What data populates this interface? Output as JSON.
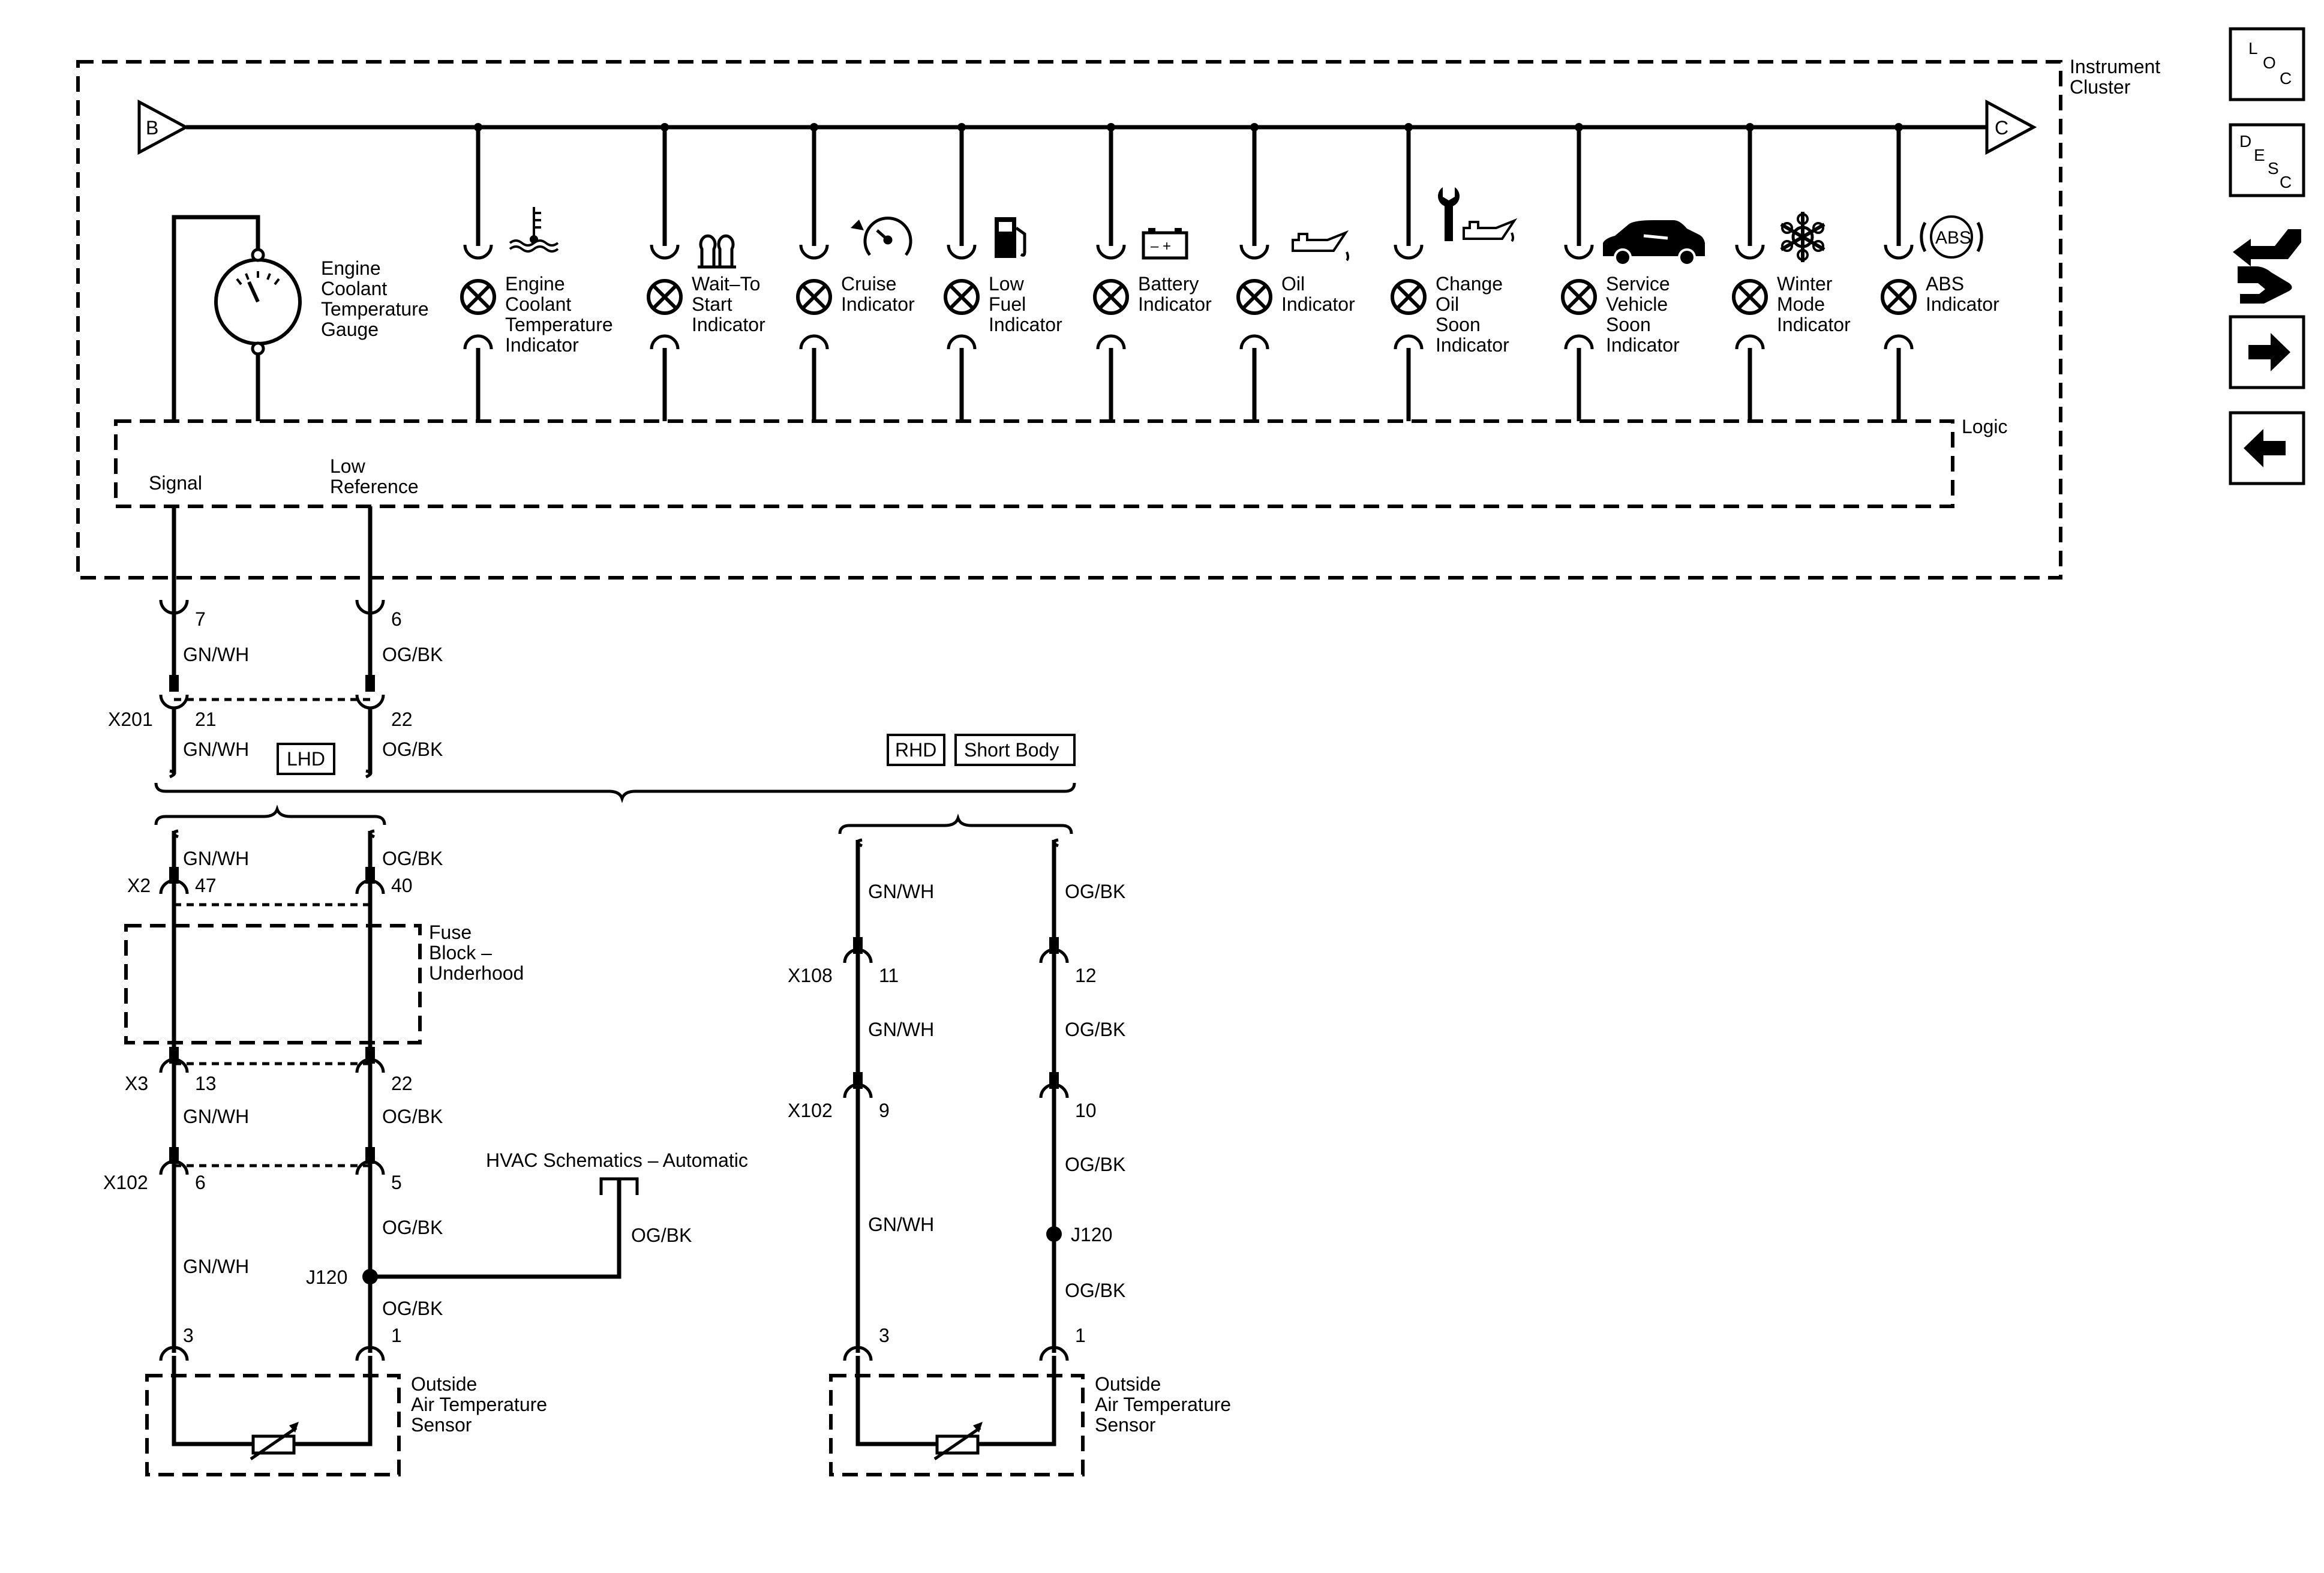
{
  "module": {
    "name_line1": "Instrument",
    "name_line2": "Cluster",
    "start_bus_label": "B",
    "end_bus_label": "C",
    "logic_label": "Logic",
    "signal_label": "Signal",
    "low_ref_line1": "Low",
    "low_ref_line2": "Reference"
  },
  "gauge": {
    "lines": [
      "Engine",
      "Coolant",
      "Temperature",
      "Gauge"
    ],
    "icon": "gauge-dial-icon"
  },
  "indicators": [
    {
      "lines": [
        "Engine",
        "Coolant",
        "Temperature",
        "Indicator"
      ],
      "icon": "coolant-temp-icon"
    },
    {
      "lines": [
        "Wait–To",
        "Start",
        "Indicator"
      ],
      "icon": "glow-plug-icon"
    },
    {
      "lines": [
        "Cruise",
        "Indicator"
      ],
      "icon": "cruise-speedometer-icon"
    },
    {
      "lines": [
        "Low",
        "Fuel",
        "Indicator"
      ],
      "icon": "fuel-pump-icon"
    },
    {
      "lines": [
        "Battery",
        "Indicator"
      ],
      "icon": "battery-icon",
      "icon_text": "– +"
    },
    {
      "lines": [
        "Oil",
        "Indicator"
      ],
      "icon": "oil-can-icon"
    },
    {
      "lines": [
        "Change",
        "Oil",
        "Soon",
        "Indicator"
      ],
      "icon": "wrench-oil-can-icon"
    },
    {
      "lines": [
        "Service",
        "Vehicle",
        "Soon",
        "Indicator"
      ],
      "icon": "car-wrench-icon"
    },
    {
      "lines": [
        "Winter",
        "Mode",
        "Indicator"
      ],
      "icon": "snowflake-icon"
    },
    {
      "lines": [
        "ABS",
        "Indicator"
      ],
      "icon": "abs-icon",
      "icon_text": "ABS"
    }
  ],
  "cluster_pins": {
    "signal_pin": "7",
    "signal_wire": "GN/WH",
    "lowref_pin": "6",
    "lowref_wire": "OG/BK"
  },
  "x201": {
    "name": "X201",
    "signal_pin": "21",
    "signal_wire": "GN/WH",
    "lowref_pin": "22",
    "lowref_wire": "OG/BK"
  },
  "options": {
    "lhd": "LHD",
    "rhd": "RHD",
    "short_body": "Short Body"
  },
  "lhd_branch": {
    "top_signal_wire": "GN/WH",
    "top_lowref_wire": "OG/BK",
    "x2": {
      "name": "X2",
      "signal_pin": "47",
      "lowref_pin": "40"
    },
    "fuse_block": [
      "Fuse",
      "Block –",
      "Underhood"
    ],
    "x3": {
      "name": "X3",
      "signal_pin": "13",
      "signal_wire": "GN/WH",
      "lowref_pin": "22",
      "lowref_wire": "OG/BK"
    },
    "hvac_ref": "HVAC Schematics – Automatic",
    "hvac_wire": "OG/BK",
    "x102": {
      "name": "X102",
      "signal_pin": "6",
      "lowref_pin": "5"
    },
    "lowref_wire_mid": "OG/BK",
    "signal_wire_mid": "GN/WH",
    "splice": "J120",
    "lowref_wire_low": "OG/BK",
    "sensor_signal_pin": "3",
    "sensor_lowref_pin": "1",
    "sensor_lines": [
      "Outside",
      "Air Temperature",
      "Sensor"
    ]
  },
  "rhd_branch": {
    "signal_wire_1": "GN/WH",
    "lowref_wire_1": "OG/BK",
    "x108": {
      "name": "X108",
      "signal_pin": "11",
      "lowref_pin": "12"
    },
    "signal_wire_2": "GN/WH",
    "lowref_wire_2": "OG/BK",
    "x102": {
      "name": "X102",
      "signal_pin": "9",
      "lowref_pin": "10"
    },
    "signal_wire_3": "GN/WH",
    "lowref_wire_3": "OG/BK",
    "splice": "J120",
    "lowref_wire_4": "OG/BK",
    "sensor_signal_pin": "3",
    "sensor_lowref_pin": "1",
    "sensor_lines": [
      "Outside",
      "Air Temperature",
      "Sensor"
    ]
  },
  "nav": {
    "loc": {
      "l": "L",
      "o": "O",
      "c": "C"
    },
    "desc": {
      "d": "D",
      "e": "E",
      "s": "S",
      "c": "C"
    },
    "icons": [
      "connector-end-view-icon",
      "next-arrow-icon",
      "previous-arrow-icon"
    ]
  }
}
